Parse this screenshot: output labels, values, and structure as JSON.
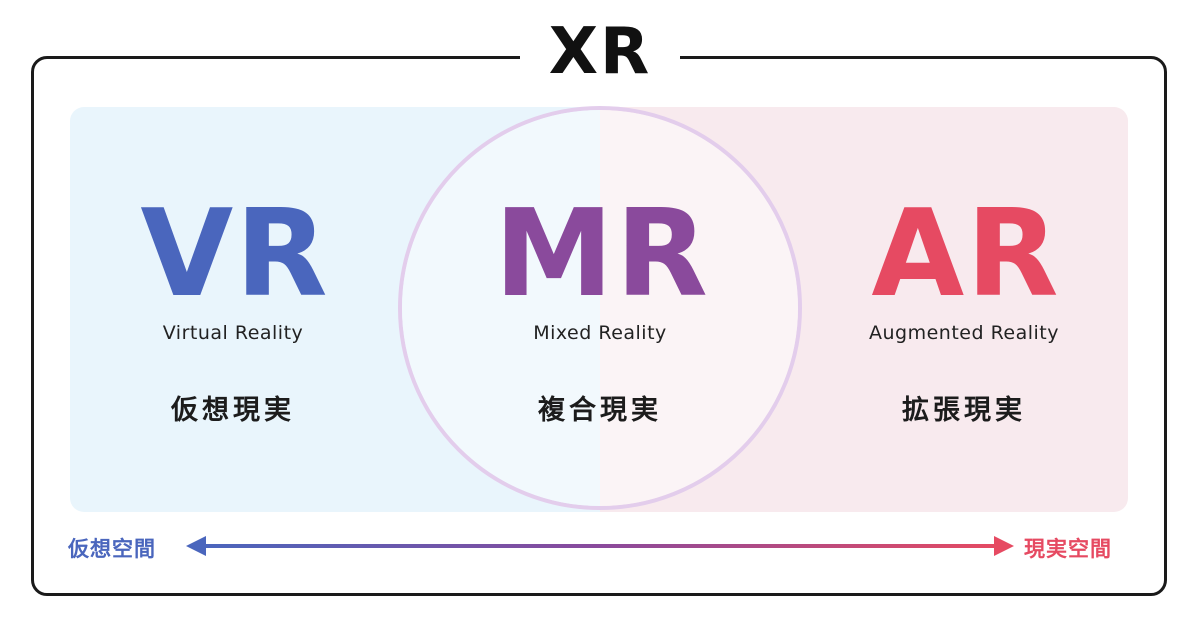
{
  "title": "XR",
  "columns": {
    "vr": {
      "abbr": "VR",
      "english": "Virtual Reality",
      "japanese": "仮想現実",
      "color": "#4a66bd"
    },
    "mr": {
      "abbr": "MR",
      "english": "Mixed Reality",
      "japanese": "複合現実",
      "color": "#8a4a9c"
    },
    "ar": {
      "abbr": "AR",
      "english": "Augmented Reality",
      "japanese": "拡張現実",
      "color": "#e64a62"
    }
  },
  "axis": {
    "left_label": "仮想空間",
    "right_label": "現実空間",
    "left_color": "#4a66bd",
    "right_color": "#e64a62"
  }
}
